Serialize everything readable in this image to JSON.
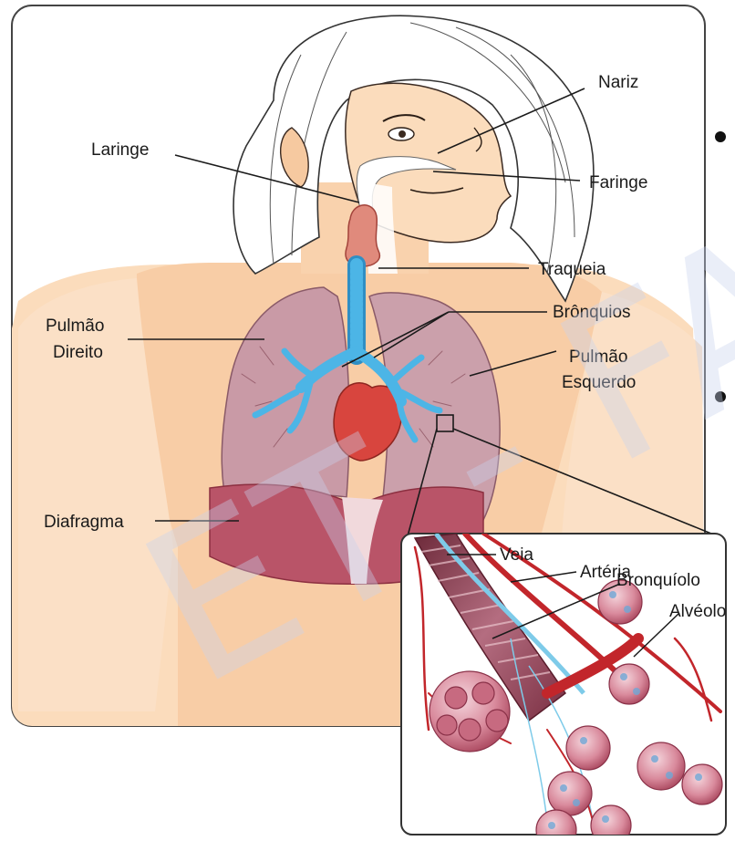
{
  "diagram": {
    "labels": {
      "nariz": "Nariz",
      "laringe": "Laringe",
      "faringe": "Faringe",
      "traqueia": "Traqueia",
      "bronquios": "Brônquios",
      "pulmao_direito_1": "Pulmão",
      "pulmao_direito_2": "Direito",
      "pulmao_esquerdo_1": "Pulmão",
      "pulmao_esquerdo_2": "Esquerdo",
      "diafragma": "Diafragma"
    },
    "inset_labels": {
      "veia": "Veia",
      "arteria": "Artéria",
      "bronquiolo": "Bronquíolo",
      "alveolo": "Alvéolo"
    },
    "watermark": "ET - FA"
  },
  "colors": {
    "skin": "#fbd9b6",
    "lung": "#c99aa5",
    "diaphragm": "#b9546a",
    "bronchi": "#3fa9de",
    "heart": "#d8453e",
    "vein": "#7ecbe9",
    "artery": "#c2262b"
  }
}
